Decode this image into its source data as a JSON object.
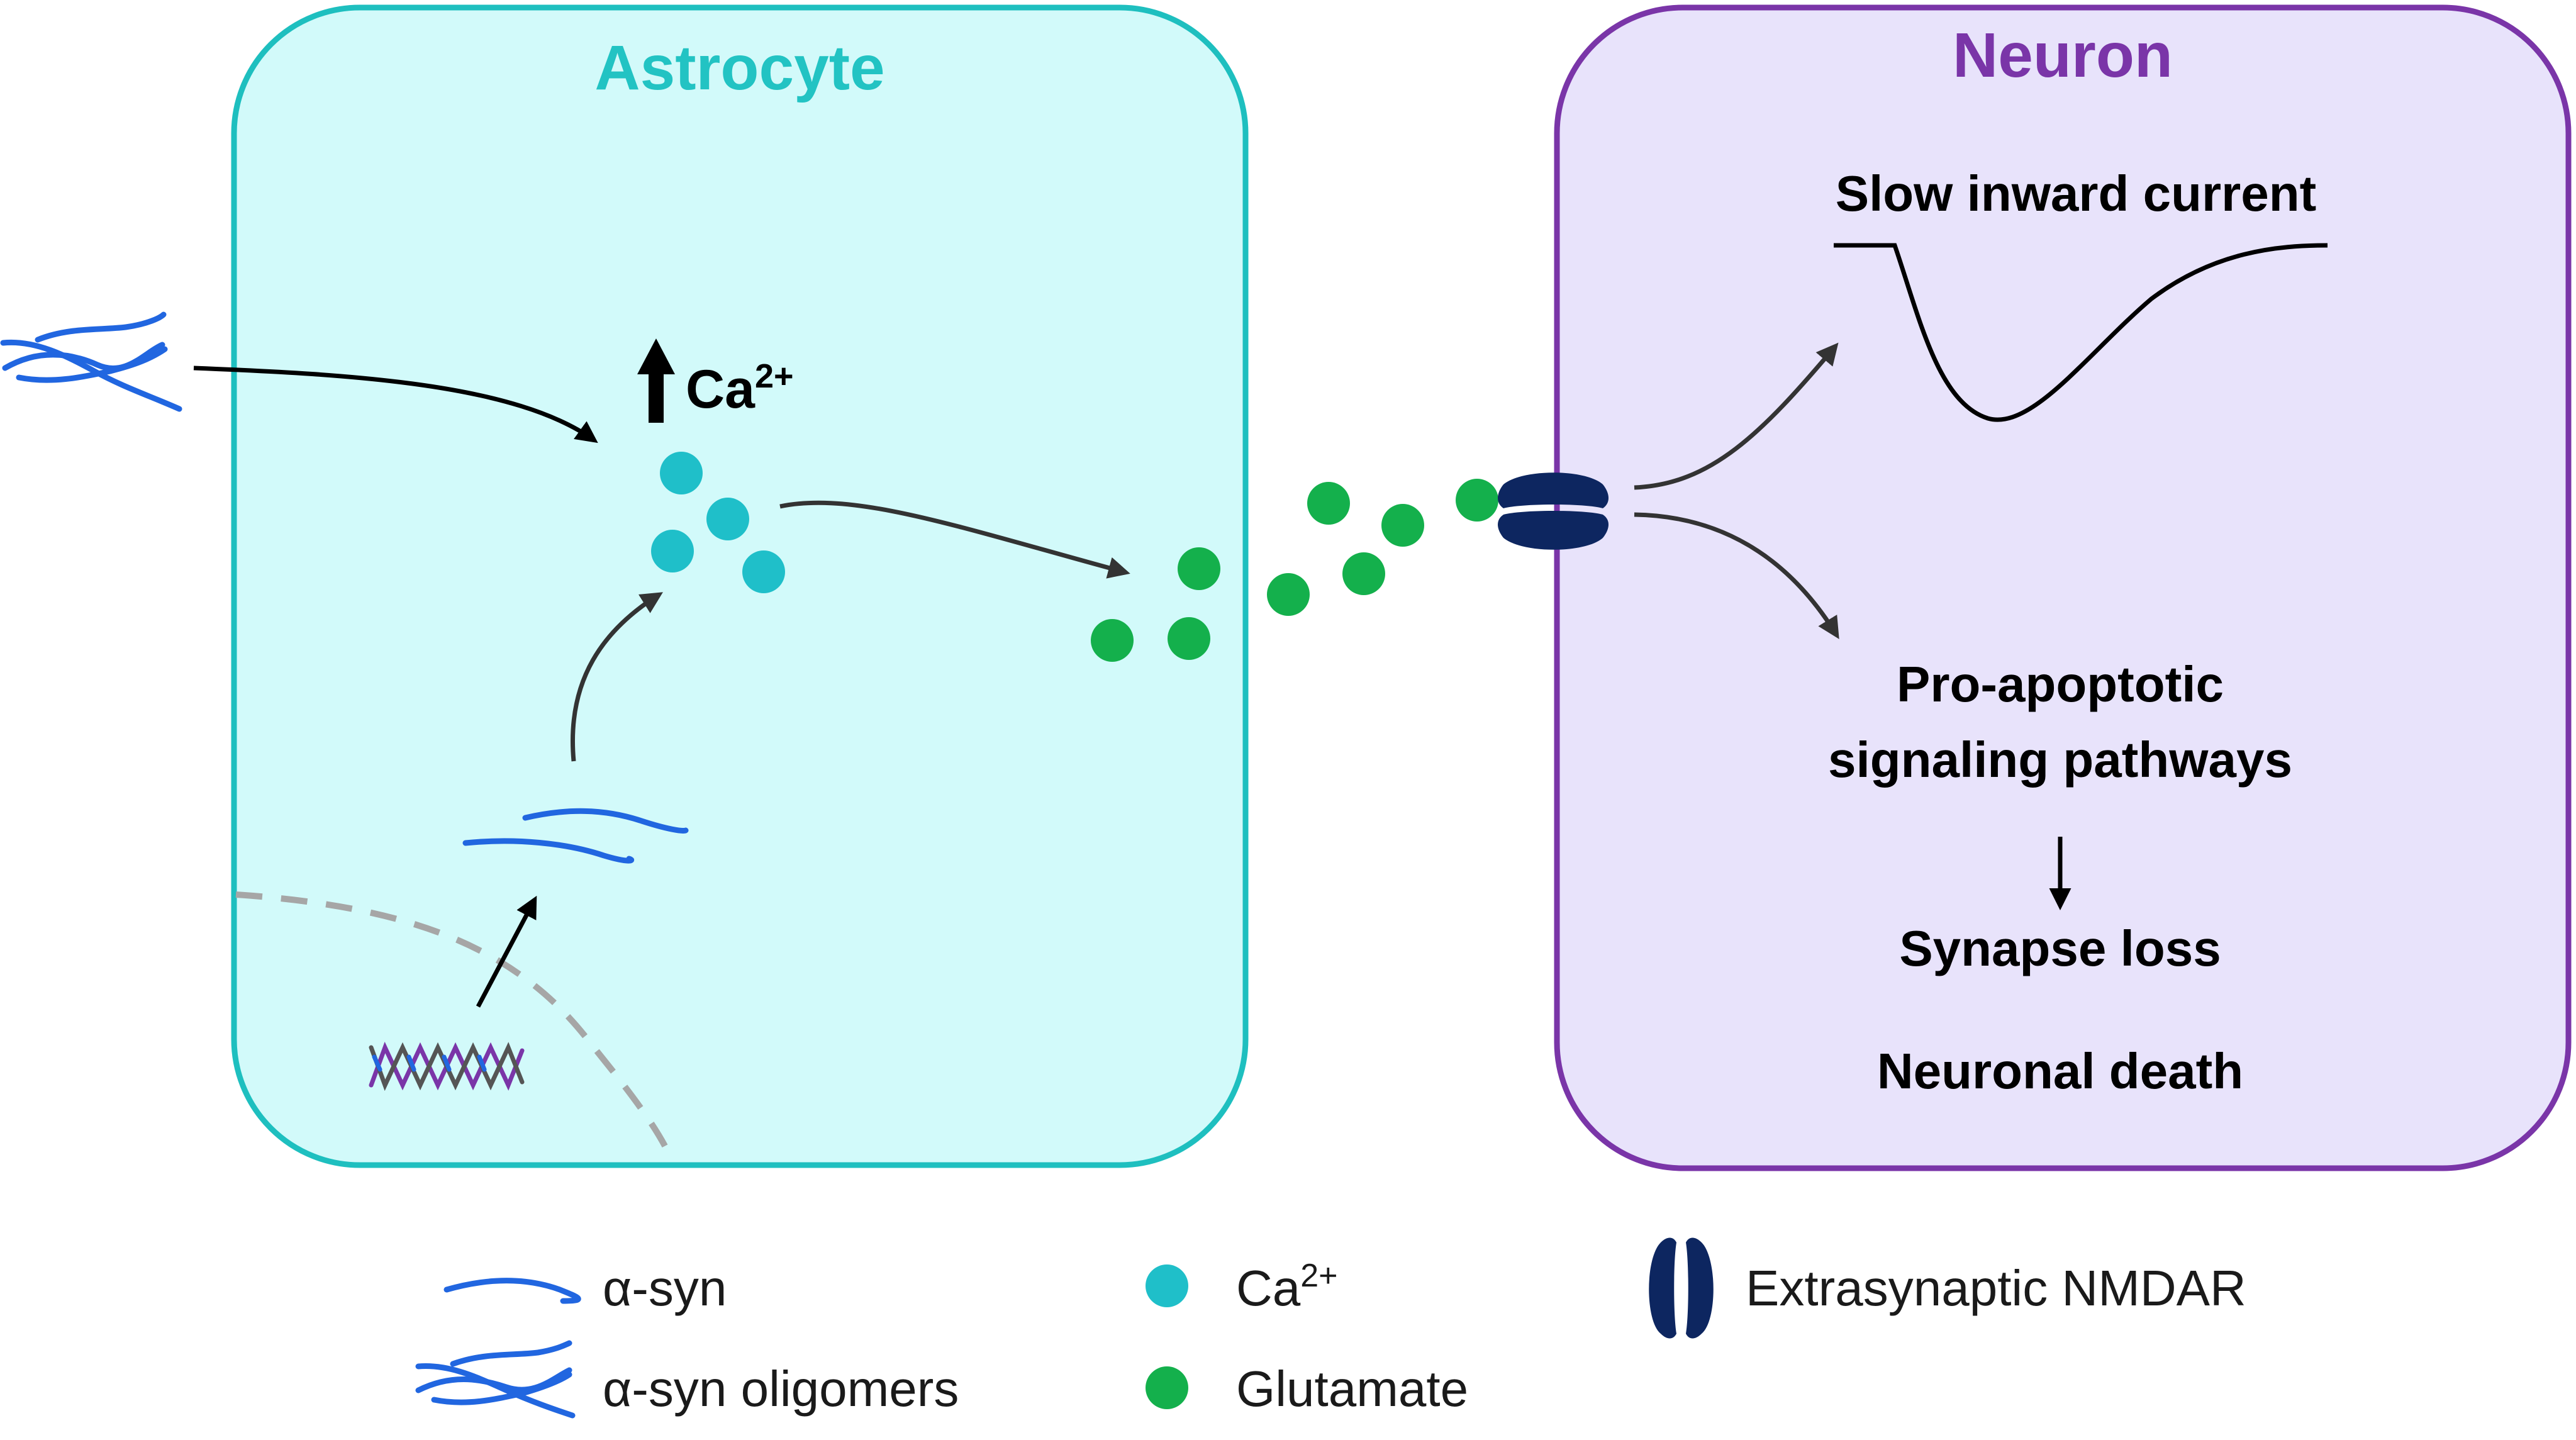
{
  "astrocyte": {
    "title": "Astrocyte",
    "ca_label": "Ca",
    "ca_sup": "2+"
  },
  "neuron": {
    "title": "Neuron",
    "slow_current": "Slow inward current",
    "pro_apoptotic_line1": "Pro-apoptotic",
    "pro_apoptotic_line2": "signaling pathways",
    "synapse_loss": "Synapse loss",
    "neuronal_death": "Neuronal death"
  },
  "legend": {
    "asyn": "α-syn",
    "asyn_oligomers": "α-syn oligomers",
    "ca": "Ca",
    "ca_sup": "2+",
    "glutamate": "Glutamate",
    "nmdar": "Extrasynaptic NMDAR"
  },
  "colors": {
    "astrocyte_fill": "#d2fafa",
    "astrocyte_stroke": "#1ebfbf",
    "astrocyte_title": "#22c3c3",
    "neuron_fill": "#e8e3fb",
    "neuron_stroke": "#7a35a8",
    "neuron_title": "#7a35a8",
    "calcium": "#1fbfc9",
    "glutamate": "#14b04c",
    "nmdar": "#0d2660",
    "asyn": "#2166e0"
  }
}
